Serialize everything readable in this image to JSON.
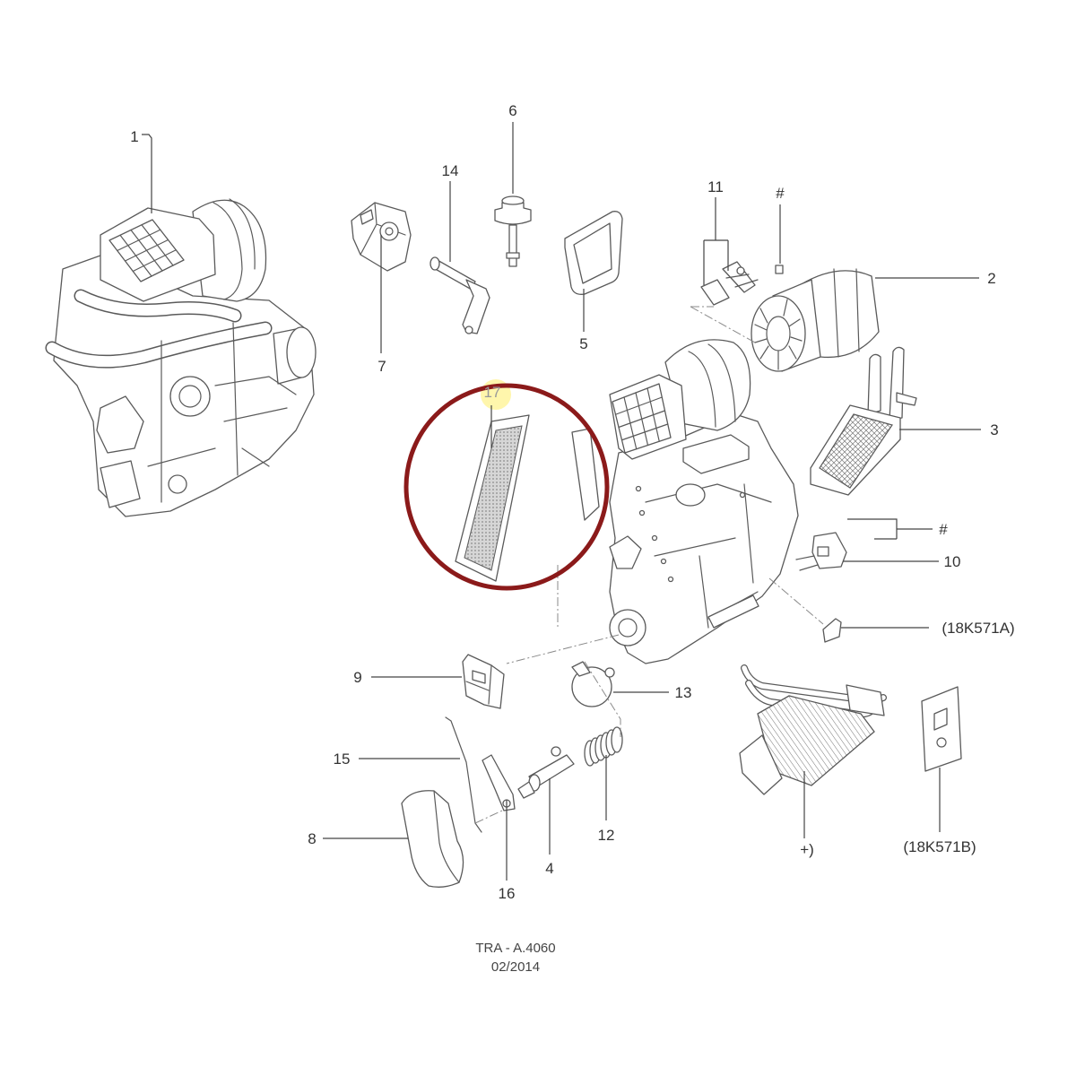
{
  "labels": {
    "p1": "1",
    "p2": "2",
    "p3": "3",
    "p4": "4",
    "p5": "5",
    "p6": "6",
    "p7": "7",
    "p8": "8",
    "p9": "9",
    "p10": "10",
    "p11": "11",
    "p12": "12",
    "p13": "13",
    "p14": "14",
    "p15": "15",
    "p16": "16",
    "p17": "17",
    "hash_top": "#",
    "hash_right": "#",
    "ref_a": "(18K571A)",
    "ref_b": "(18K571B)",
    "plus": "+)"
  },
  "footer": {
    "code": "TRA - A.4060",
    "date": "02/2014"
  },
  "highlight": {
    "circle_color": "#8B1A1A",
    "marker_color": "#FFF59D"
  }
}
